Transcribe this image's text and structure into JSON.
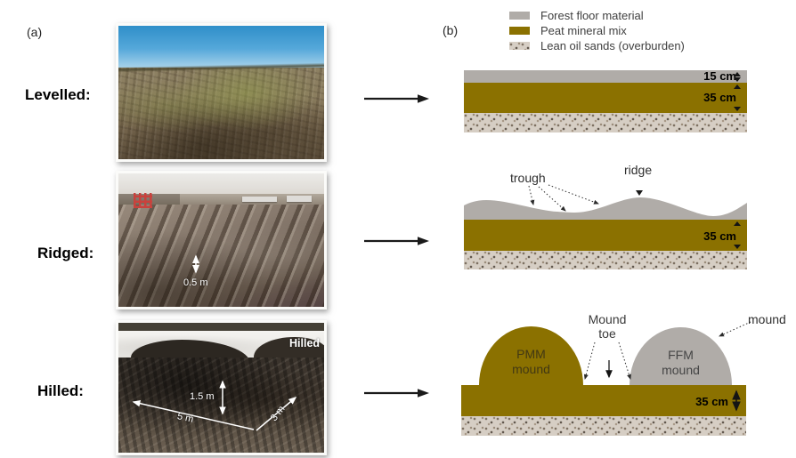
{
  "colors": {
    "forest_floor": "#b0aca8",
    "peat_mineral_mix": "#8b7100",
    "lean_oil_sands": "#d6cec4"
  },
  "panel_a": {
    "label": "(a)",
    "rows": [
      {
        "title": "Levelled:"
      },
      {
        "title": "Ridged:",
        "annotations": {
          "height": "0.5 m"
        }
      },
      {
        "title": "Hilled:",
        "annotations": {
          "caption": "Hilled",
          "height": "1.5 m",
          "base": "5 m",
          "slope": "3 m"
        }
      }
    ]
  },
  "panel_b": {
    "label": "(b)",
    "legend": [
      {
        "label": "Forest floor material"
      },
      {
        "label": "Peat mineral mix"
      },
      {
        "label": "Lean oil sands (overburden)"
      }
    ],
    "levelled": {
      "ffm_depth": "15 cm",
      "pmm_depth": "35 cm"
    },
    "ridged": {
      "trough_label": "trough",
      "ridge_label": "ridge",
      "pmm_depth": "35 cm"
    },
    "hilled": {
      "pmm_mound": "PMM\nmound",
      "ffm_mound": "FFM\nmound",
      "mound_toe": "Mound\ntoe",
      "mound_label": "mound",
      "pmm_depth": "35 cm"
    }
  }
}
